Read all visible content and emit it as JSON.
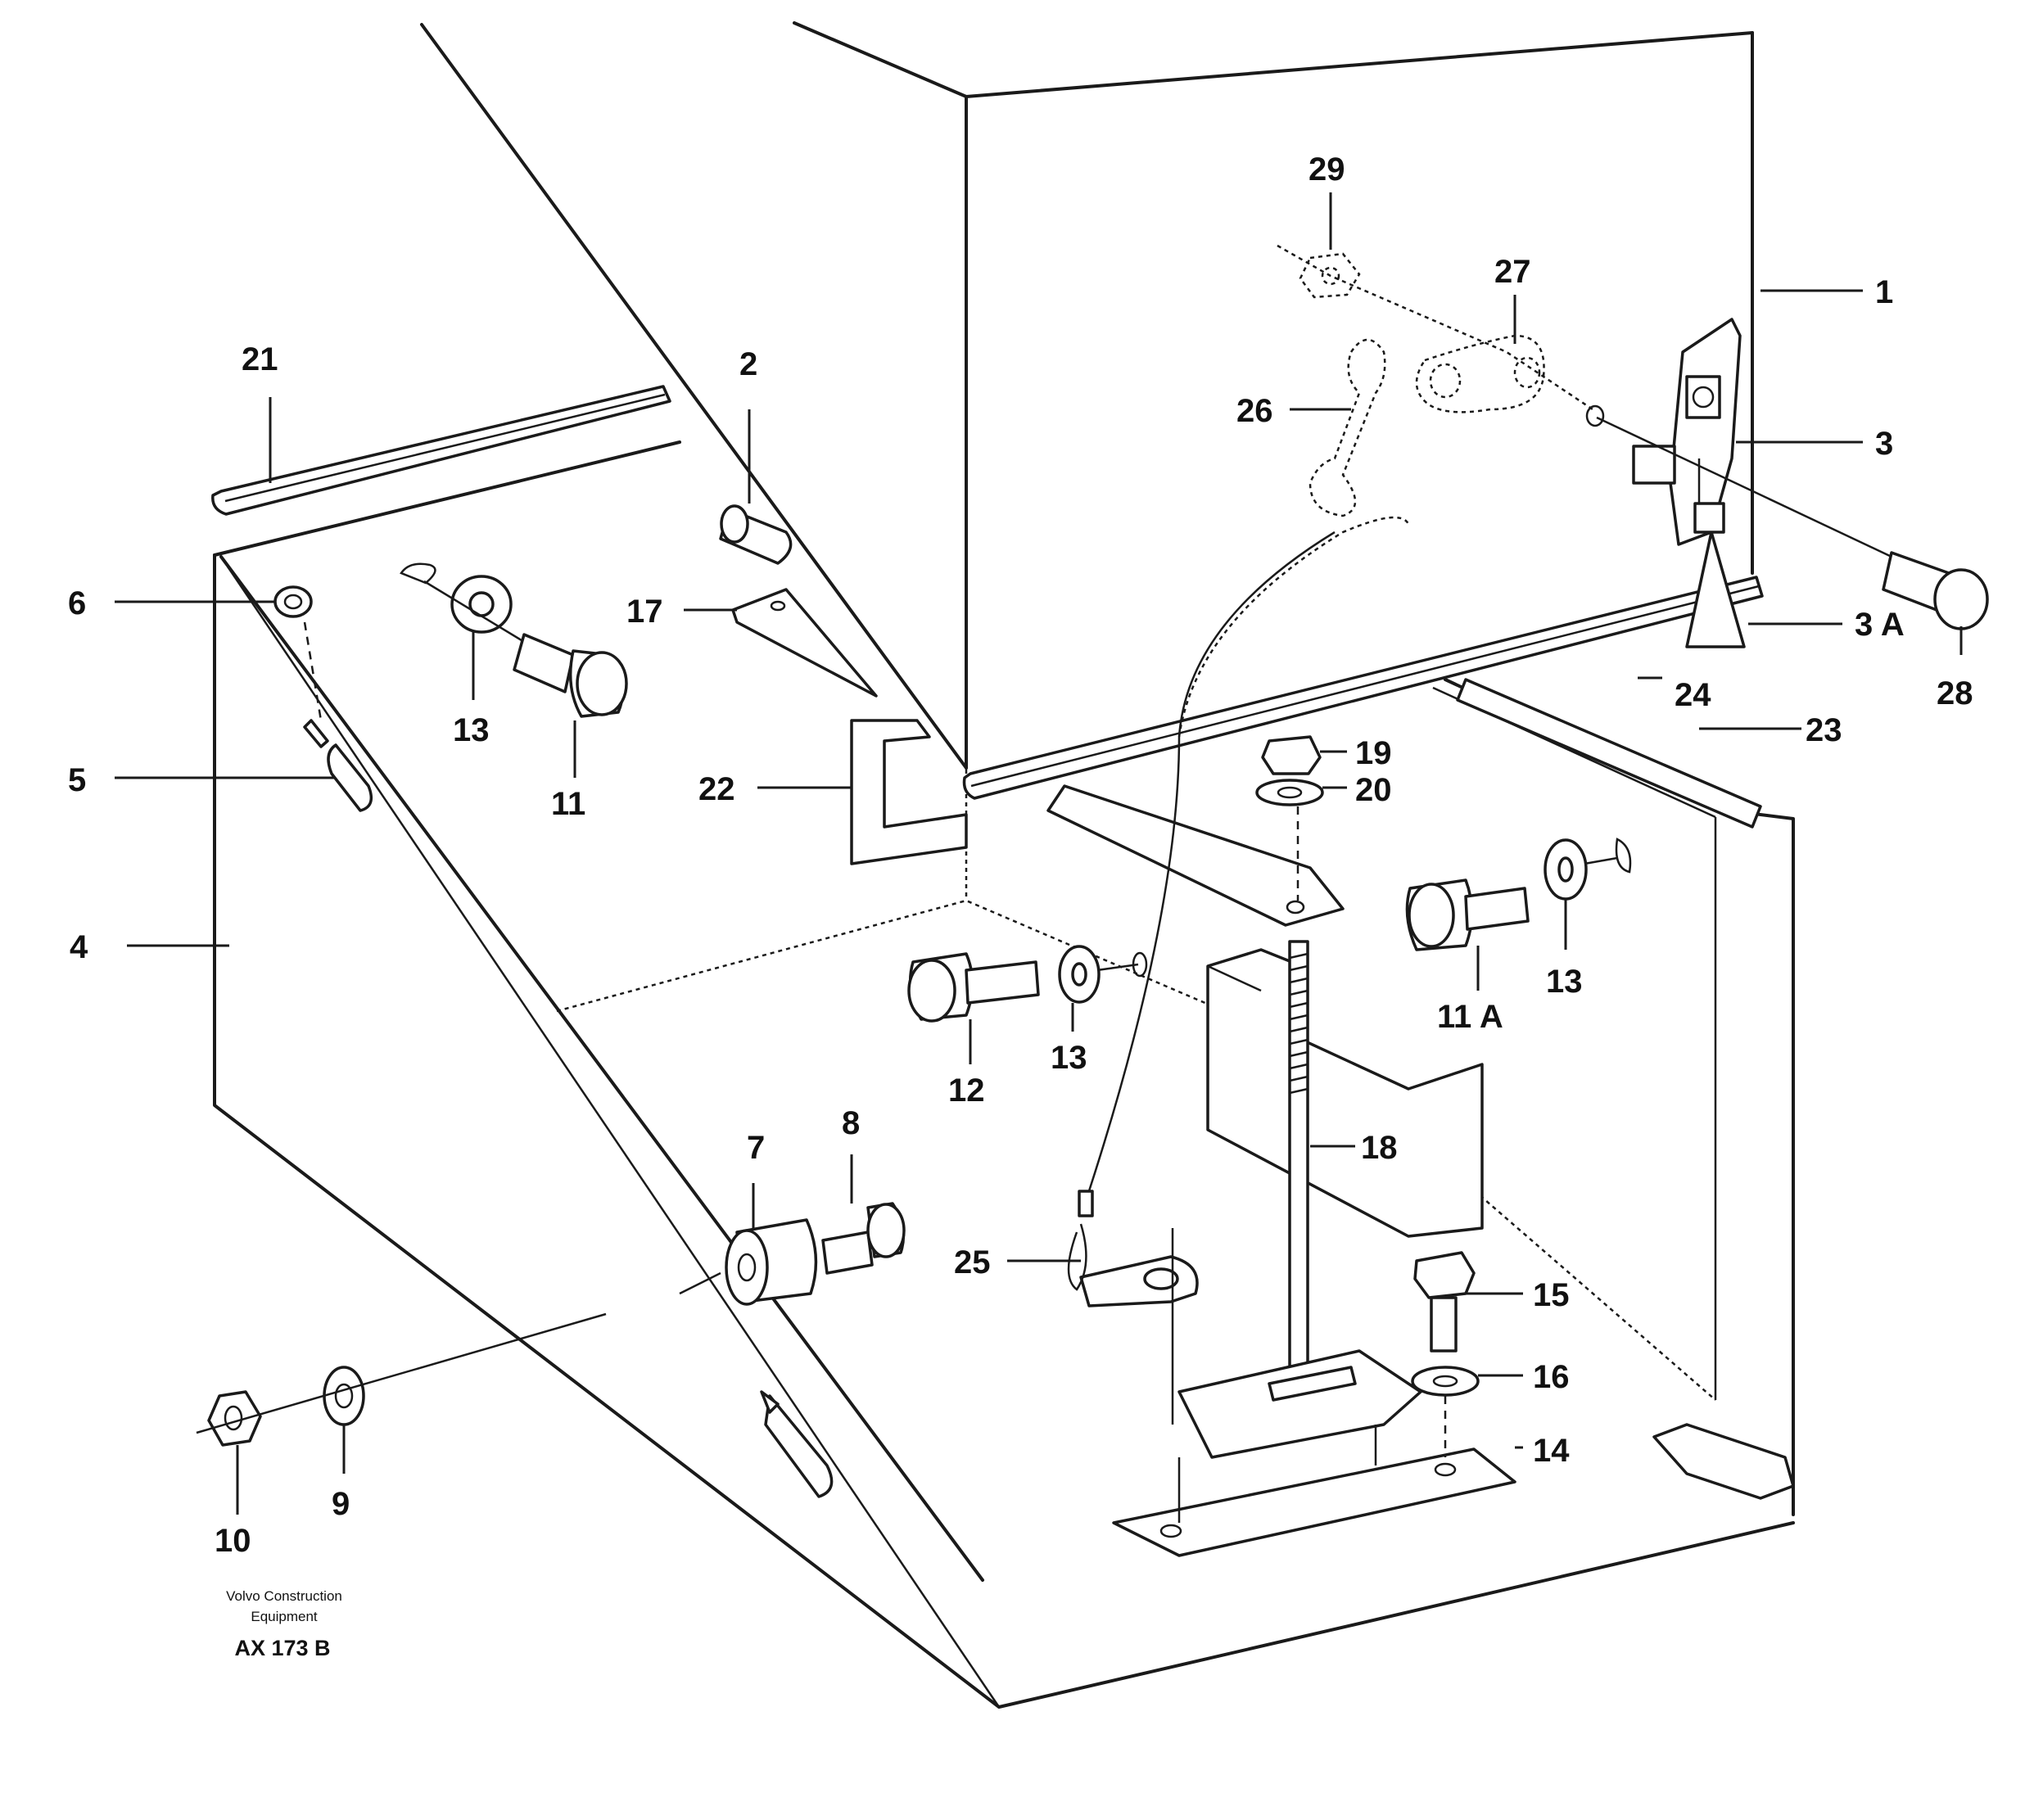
{
  "callouts": {
    "c1": "1",
    "c2": "2",
    "c3": "3",
    "c3a": "3 A",
    "c4": "4",
    "c5": "5",
    "c6": "6",
    "c7": "7",
    "c8": "8",
    "c9": "9",
    "c10": "10",
    "c11": "11",
    "c11a": "11 A",
    "c12": "12",
    "c13a": "13",
    "c13b": "13",
    "c13c": "13",
    "c14": "14",
    "c15": "15",
    "c16": "16",
    "c17": "17",
    "c18": "18",
    "c19": "19",
    "c20": "20",
    "c21": "21",
    "c22": "22",
    "c23": "23",
    "c24": "24",
    "c25": "25",
    "c26": "26",
    "c27": "27",
    "c28": "28",
    "c29": "29"
  },
  "credit": {
    "line1": "Volvo Construction",
    "line2": "Equipment",
    "reference": "AX 173 B"
  }
}
